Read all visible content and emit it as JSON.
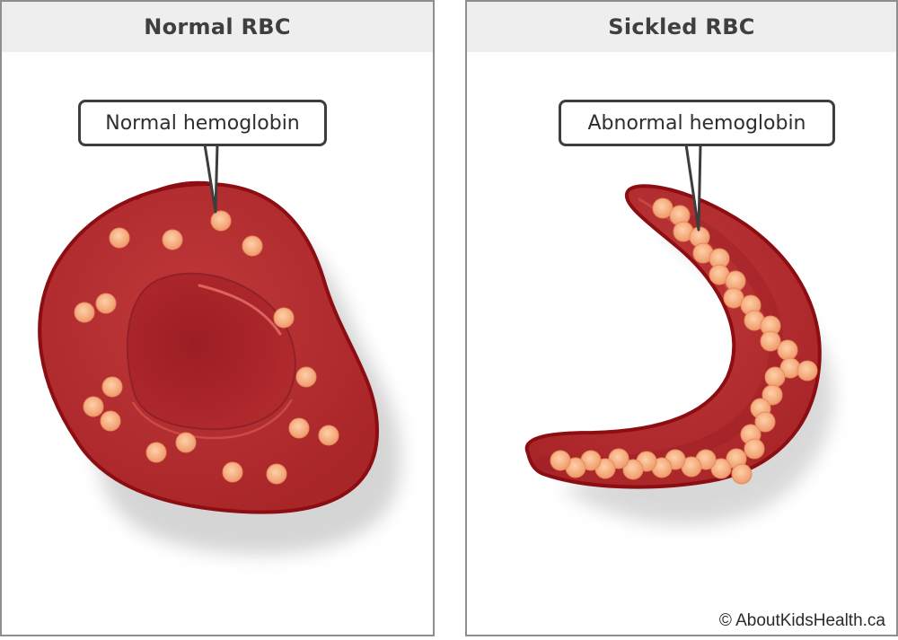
{
  "panels": {
    "left": {
      "title": "Normal RBC",
      "label": "Normal hemoglobin"
    },
    "right": {
      "title": "Sickled RBC",
      "label": "Abnormal hemoglobin"
    }
  },
  "copyright": "© AboutKidsHealth.ca",
  "colors": {
    "cell_fill": "#b82d2d",
    "cell_outline": "#8c0d12",
    "cell_center": "#a42228",
    "hemoglobin_dot": "#f5a577",
    "panel_header": "#eeeeee",
    "panel_border": "#8e8e8e"
  }
}
